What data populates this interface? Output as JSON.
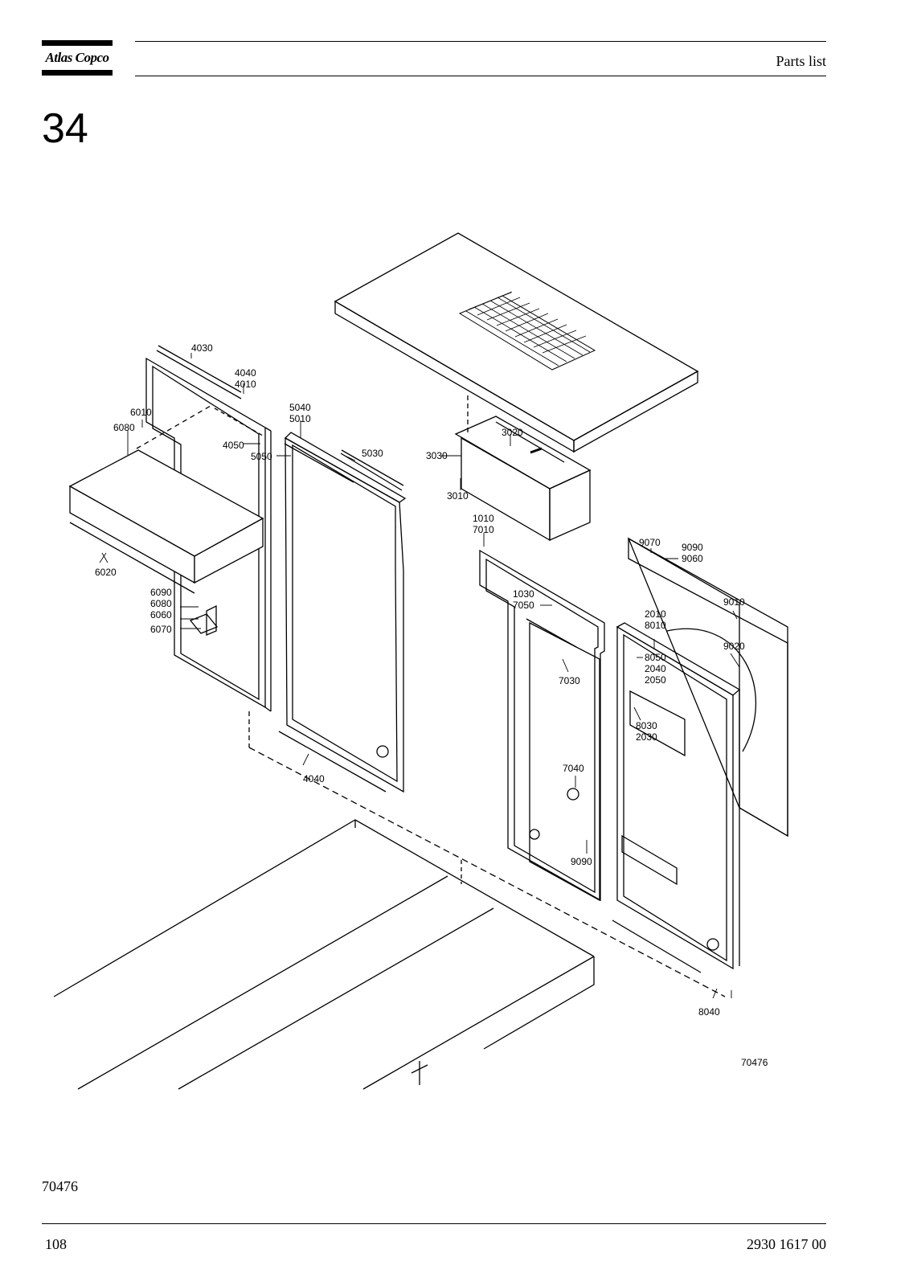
{
  "header": {
    "brand": "Atlas Copco",
    "section_title": "Parts list"
  },
  "section_number": "34",
  "drawing": {
    "drawing_code": "70476",
    "part_labels": {
      "p4030": "4030",
      "p4040a": "4040",
      "p4010": "4010",
      "p6010": "6010",
      "p6080a": "6080",
      "p4050": "4050",
      "p5050": "5050",
      "p5040": "5040",
      "p5010": "5010",
      "p5030": "5030",
      "p3020": "3020",
      "p3030": "3030",
      "p3010": "3010",
      "p6020": "6020",
      "p6090": "6090",
      "p6080b": "6080",
      "p6060": "6060",
      "p6070": "6070",
      "p1010": "1010",
      "p7010": "7010",
      "p9070": "9070",
      "p9090a": "9090",
      "p9060": "9060",
      "p1030": "1030",
      "p7050": "7050",
      "p9010": "9010",
      "p2010": "2010",
      "p8010": "8010",
      "p9020": "9020",
      "p8050": "8050",
      "p2040": "2040",
      "p2050": "2050",
      "p7030": "7030",
      "p8030": "8030",
      "p2030": "2030",
      "p7040": "7040",
      "p4040b": "4040",
      "p9090b": "9090",
      "p8040": "8040"
    }
  },
  "footer": {
    "figure_code": "70476",
    "page_number": "108",
    "document_number": "2930 1617 00"
  }
}
